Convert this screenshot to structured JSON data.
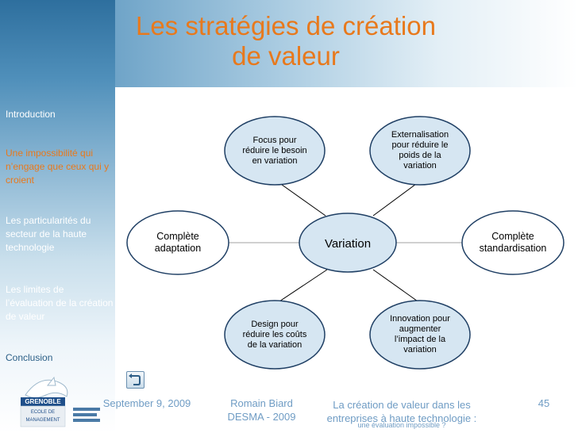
{
  "slide": {
    "title": "Les stratégies de création de valeur",
    "title_line1": "Les stratégies de création",
    "title_line2": "de valeur"
  },
  "sidebar": {
    "items": [
      {
        "label": "Introduction",
        "active": false
      },
      {
        "label": "Une impossibilité qui n’engage que ceux qui y croient",
        "active": true
      },
      {
        "label": "Les particularités du secteur de la haute technologie",
        "active": false
      },
      {
        "label": "Les limites de l’évaluation de la création de valeur",
        "active": false
      },
      {
        "label": "Conclusion",
        "active": false
      }
    ]
  },
  "diagram": {
    "center": "Variation",
    "left": "Complète adaptation",
    "right": "Complète standardisation",
    "top_left": "Focus pour réduire le besoin en variation",
    "top_right": "Externalisation pour réduire le poids de la variation",
    "bottom_left": "Design pour réduire les coûts de la variation",
    "bottom_right": "Innovation pour augmenter l’impact de la variation"
  },
  "footer": {
    "date": "September 9, 2009",
    "author_line1": "Romain Biard",
    "author_line2": "DESMA - 2009",
    "topic_line1": "La création de valeur dans les",
    "topic_line2": "entreprises à haute technologie :",
    "subtitle": "une évaluation impossible ?",
    "page": "45"
  },
  "logo": {
    "name": "GRENOBLE",
    "line1": "ECOLE DE",
    "line2": "MANAGEMENT"
  },
  "colors": {
    "accent": "#e8791c",
    "node_fill": "#d6e6f2",
    "node_stroke": "#1f3f64",
    "footer": "#6f9cc4"
  },
  "icons": {
    "back_button": "return-arrow-icon",
    "logo": "dolphin-icon"
  }
}
